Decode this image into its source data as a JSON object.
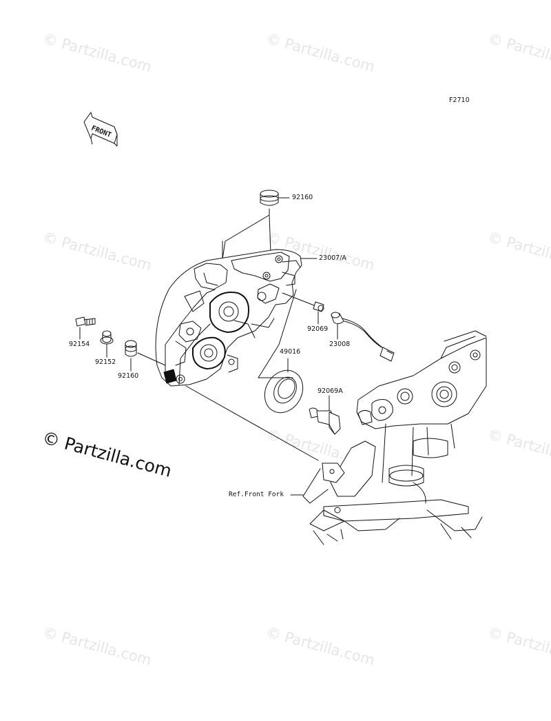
{
  "diagram_code": "F2710",
  "front_arrow_label": "FRONT",
  "watermark_text": "© Partzilla.com",
  "big_watermark_text": "© Partzilla.com",
  "parts": {
    "p92160_top": "92160",
    "p23007": "23007/A",
    "p92069": "92069",
    "p23008": "23008",
    "p49016": "49016",
    "p92069A": "92069A",
    "p92154": "92154",
    "p92152": "92152",
    "p92160_left": "92160",
    "ref_front_fork": "Ref.Front Fork"
  },
  "colors": {
    "line": "#111111",
    "watermark": "#e6e6e6"
  }
}
